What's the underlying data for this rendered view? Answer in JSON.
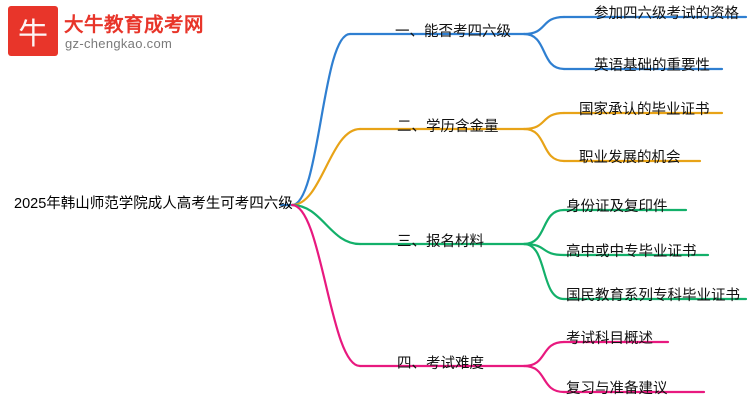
{
  "logo": {
    "mark_glyph": "牛",
    "mark_name": "daniu-logo-mark",
    "title": "大牛教育成考网",
    "subtitle": "gz-chengkao.com",
    "brand_color": "#e8352a"
  },
  "mindmap": {
    "root": {
      "label": "2025年韩山师范学院成人高考生可考四六级"
    },
    "branches": [
      {
        "label": "一、能否考四六级",
        "color": "#2f7fd1",
        "children": [
          {
            "label": "参加四六级考试的资格"
          },
          {
            "label": "英语基础的重要性"
          }
        ]
      },
      {
        "label": "二、学历含金量",
        "color": "#e8a317",
        "children": [
          {
            "label": "国家承认的毕业证书"
          },
          {
            "label": "职业发展的机会"
          }
        ]
      },
      {
        "label": "三、报名材料",
        "color": "#13b06a",
        "children": [
          {
            "label": "身份证及复印件"
          },
          {
            "label": "高中或中专毕业证书"
          },
          {
            "label": "国民教育系列专科毕业证书"
          }
        ]
      },
      {
        "label": "四、考试难度",
        "color": "#e8197f",
        "children": [
          {
            "label": "考试科目概述"
          },
          {
            "label": "复习与准备建议"
          }
        ]
      }
    ]
  }
}
